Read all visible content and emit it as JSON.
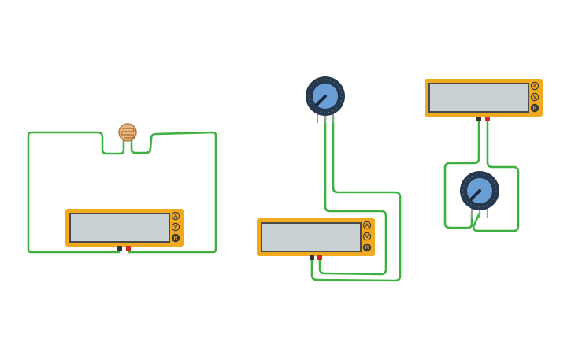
{
  "colors": {
    "wire": "#3fb142",
    "multimeter_body": "#f1a91f",
    "multimeter_screen": "#c8d0d4",
    "pot_body": "#26394f",
    "pot_knob": "#6a9fd6",
    "ldr_body": "#e0b884",
    "probe_black": "#333333",
    "probe_red": "#d6241f",
    "background": "#ffffff"
  },
  "multimeter": {
    "modes": [
      "A",
      "V",
      "R"
    ]
  },
  "components": {
    "multimeters": [
      "multimeter-1",
      "multimeter-2",
      "multimeter-3"
    ],
    "potentiometers": [
      "potentiometer-1",
      "potentiometer-2"
    ],
    "photoresistors": [
      "photoresistor-1"
    ]
  },
  "icons": {
    "multimeter": "multimeter-icon",
    "potentiometer": "potentiometer-icon",
    "photoresistor": "photoresistor-icon"
  }
}
